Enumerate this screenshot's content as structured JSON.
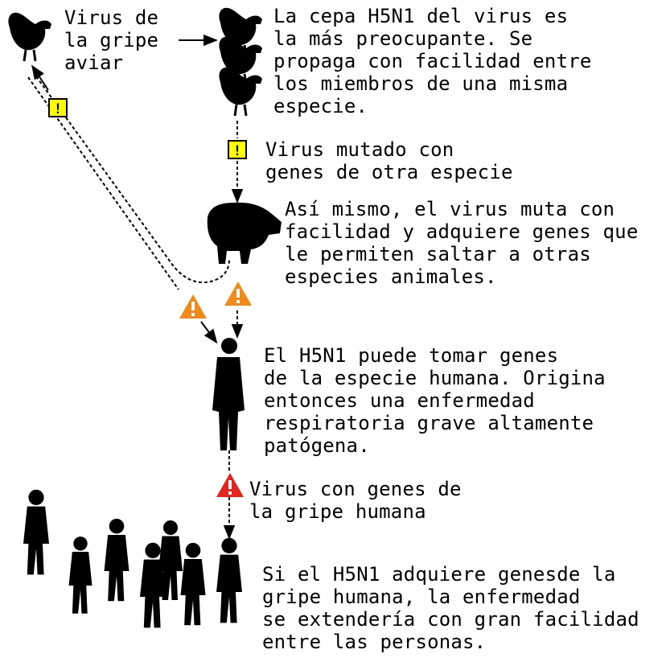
{
  "colors": {
    "yellow": "#ffff00",
    "orange": "#f08a1c",
    "red": "#e3231e",
    "ink": "#000000"
  },
  "icons": [
    "chicken-icon",
    "chicken-flock-icon",
    "pig-icon",
    "person-icon",
    "crowd-icon",
    "exclamation-square-icon",
    "warning-triangle-icon"
  ],
  "texts": {
    "avian": "Virus de\nla gripe\naviar",
    "h5n1": "La cepa H5N1 del virus es\nla más preocupante. Se\npropaga con facilidad entre\nlos miembros de una misma\nespecie.",
    "mutated": "Virus mutado con\ngenes de otra especie",
    "pig": "Así mismo, el virus muta con\nfacilidad y adquiere genes que\nle permiten saltar a otras\nespecies animales.",
    "human": "El H5N1 puede tomar genes\nde la especie humana. Origina\nentonces una enfermedad\nrespiratoria grave altamente\npatógena.",
    "human_flu": "Virus con genes de\nla gripe humana",
    "spread": "Si el H5N1 adquiere genesde la\ngripe humana, la enfermedad\nse extendería con gran facilidad\nentre las personas."
  },
  "markers": {
    "exclamation": "!"
  }
}
